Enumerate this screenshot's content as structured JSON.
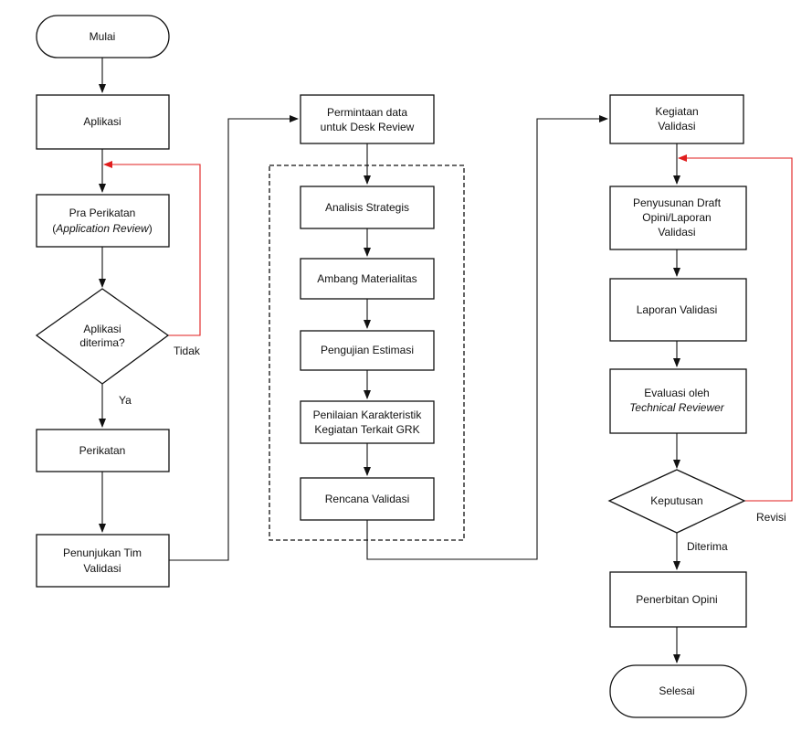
{
  "colors": {
    "loop_back": "#e11d1d",
    "stroke": "#111111"
  },
  "nodes": {
    "mulai": "Mulai",
    "aplikasi": "Aplikasi",
    "pra_perikatan": {
      "line1": "Pra Perikatan",
      "line2": "(Application Review)",
      "line2_pre": "(",
      "line2_ital": "Application Review",
      "line2_post": ")"
    },
    "aplikasi_diterima": {
      "line1": "Aplikasi",
      "line2": "diterima?"
    },
    "perikatan": "Perikatan",
    "penunjukan": {
      "line1": "Penunjukan Tim",
      "line2": "Validasi"
    },
    "permintaan": {
      "line1": "Permintaan data",
      "line2": "untuk Desk Review"
    },
    "analisis": "Analisis Strategis",
    "ambang": "Ambang Materialitas",
    "pengujian": "Pengujian Estimasi",
    "penilaian": {
      "line1": "Penilaian Karakteristik",
      "line2": "Kegiatan Terkait GRK"
    },
    "rencana": "Rencana Validasi",
    "kegiatan": {
      "line1": "Kegiatan",
      "line2": "Validasi"
    },
    "penyusunan": {
      "line1": "Penyusunan Draft",
      "line2": "Opini/Laporan",
      "line3": "Validasi"
    },
    "laporan": "Laporan Validasi",
    "evaluasi": {
      "line1": "Evaluasi oleh",
      "line2": "Technical Reviewer"
    },
    "keputusan": "Keputusan",
    "penerbitan": "Penerbitan Opini",
    "selesai": "Selesai"
  },
  "edge_labels": {
    "tidak": "Tidak",
    "ya": "Ya",
    "revisi": "Revisi",
    "diterima": "Diterima"
  }
}
